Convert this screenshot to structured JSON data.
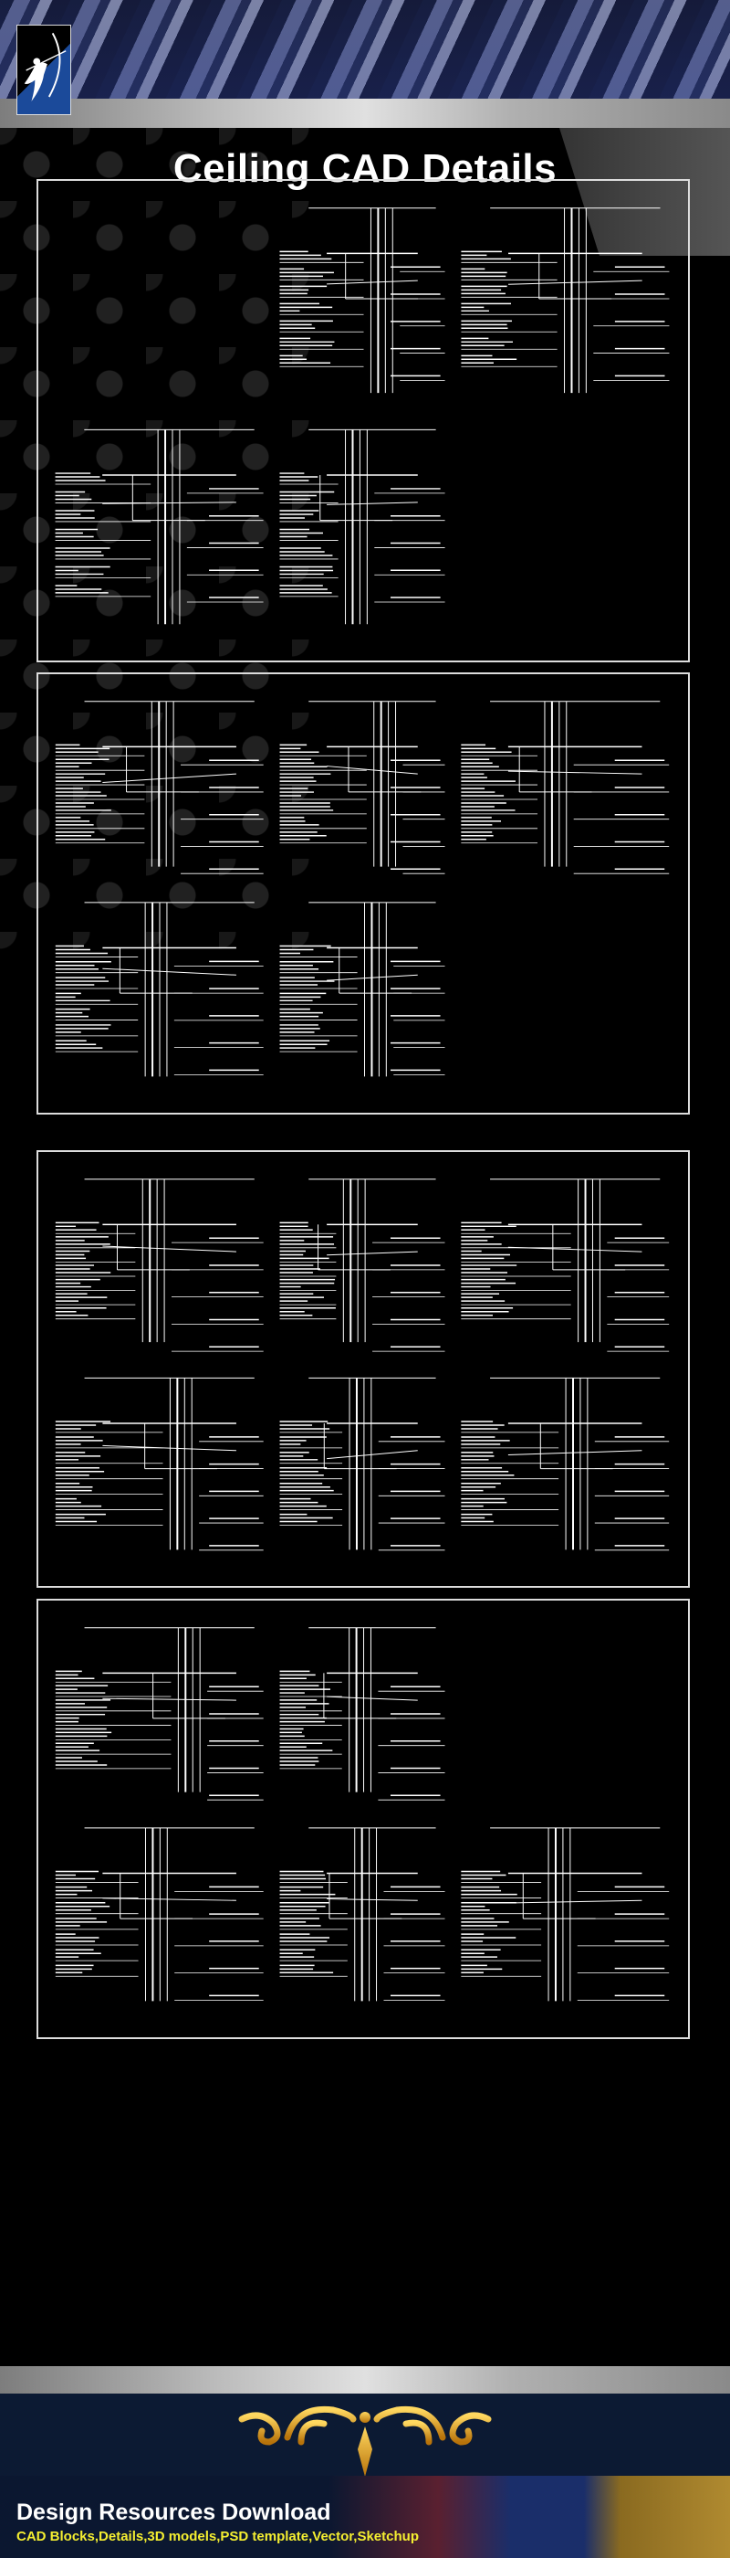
{
  "header": {
    "title": "Ceiling CAD Details",
    "logo_icon": "archer-logo-icon"
  },
  "panels": [
    {
      "name": "ceiling-details-sheet-1"
    },
    {
      "name": "ceiling-details-sheet-2"
    },
    {
      "name": "ceiling-details-sheet-3"
    },
    {
      "name": "ceiling-details-sheet-4"
    }
  ],
  "footer": {
    "heading": "Design Resources Download",
    "subheading": "CAD Blocks,Details,3D models,PSD template,Vector,Sketchup",
    "accent": "#f4ee30",
    "ornament_icon": "gold-ornament-icon"
  }
}
